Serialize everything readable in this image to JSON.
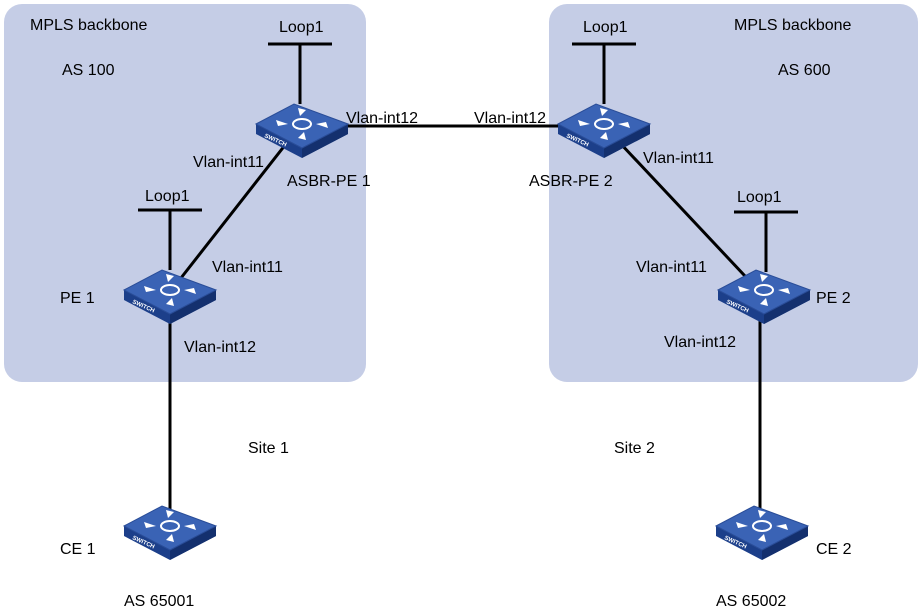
{
  "areas": {
    "left": {
      "title": "MPLS backbone",
      "as": "AS 100"
    },
    "right": {
      "title": "MPLS backbone",
      "as": "AS 600"
    }
  },
  "devices": {
    "asbr_pe1": {
      "label": "ASBR-PE 1",
      "loop": "Loop1"
    },
    "asbr_pe2": {
      "label": "ASBR-PE 2",
      "loop": "Loop1"
    },
    "pe1": {
      "label": "PE 1",
      "loop": "Loop1"
    },
    "pe2": {
      "label": "PE 2",
      "loop": "Loop1"
    },
    "ce1": {
      "label": "CE 1",
      "as": "AS 65001"
    },
    "ce2": {
      "label": "CE 2",
      "as": "AS 65002"
    },
    "switch_badge": "SWITCH"
  },
  "interfaces": {
    "asbr1_to_asbr2": "Vlan-int12",
    "asbr2_to_asbr1": "Vlan-int12",
    "asbr1_to_pe1": "Vlan-int11",
    "pe1_to_asbr1": "Vlan-int11",
    "pe1_to_ce1": "Vlan-int12",
    "asbr2_to_pe2": "Vlan-int11",
    "pe2_to_asbr2": "Vlan-int11",
    "pe2_to_ce2": "Vlan-int12"
  },
  "sites": {
    "site1": "Site 1",
    "site2": "Site 2"
  },
  "colors": {
    "backbone": "#c5cde6",
    "switch_top": "#3a63b5",
    "switch_side": "#1c3f8a",
    "link": "#000000"
  }
}
